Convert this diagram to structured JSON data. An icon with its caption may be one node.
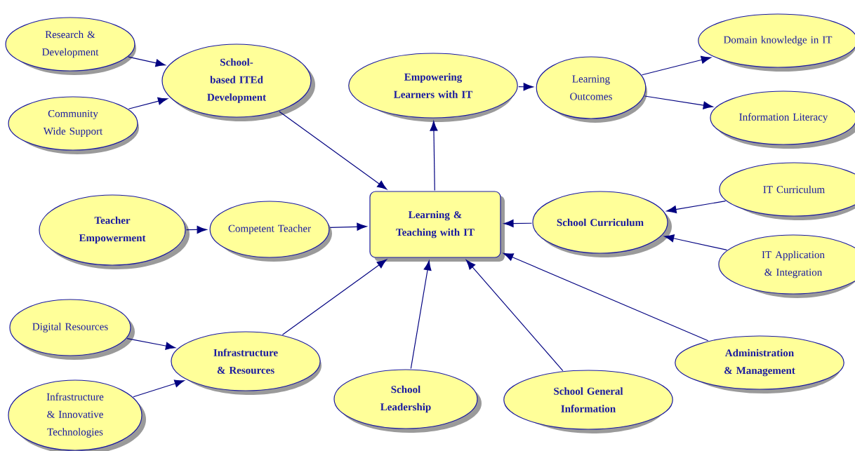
{
  "diagram": {
    "nodes": [
      {
        "text": [
          "Research & Development"
        ]
      },
      {
        "text": [
          "Community Wide Support"
        ]
      },
      {
        "text": [
          "School-based ITEd Development"
        ]
      },
      {
        "text": [
          "Empowering Learners with IT"
        ]
      },
      {
        "text": [
          "Learning Outcomes"
        ]
      },
      {
        "text": [
          "Domain knowledge in IT"
        ]
      },
      {
        "text": [
          "Information Literacy"
        ]
      },
      {
        "text": [
          "Teacher Empowerment"
        ]
      },
      {
        "text": [
          "Competent Teacher"
        ]
      },
      {
        "text": [
          "Learning & Teaching with IT"
        ]
      },
      {
        "text": [
          "School Curriculum"
        ]
      },
      {
        "text": [
          "IT Curriculum"
        ]
      },
      {
        "text": [
          "IT Application & Integration"
        ]
      },
      {
        "text": [
          "Digital Resources"
        ]
      },
      {
        "text": [
          "Infrastructure & Resources"
        ]
      },
      {
        "text": [
          "Infrastructure & Innovative Technologies"
        ]
      },
      {
        "text": [
          "School Leadership"
        ]
      },
      {
        "text": [
          "School General Information"
        ]
      },
      {
        "text": [
          "Administration & Management"
        ]
      }
    ],
    "edges": [
      {
        "from": 0,
        "to": 2,
        "arrow": "to"
      },
      {
        "from": 1,
        "to": 2,
        "arrow": "to"
      },
      {
        "from": 2,
        "to": 9,
        "arrow": "to"
      },
      {
        "from": 9,
        "to": 3,
        "arrow": "to"
      },
      {
        "from": 3,
        "to": 4,
        "arrow": "to"
      },
      {
        "from": 4,
        "to": 5,
        "arrow": "to"
      },
      {
        "from": 4,
        "to": 6,
        "arrow": "to"
      },
      {
        "from": 7,
        "to": 8,
        "arrow": "to"
      },
      {
        "from": 8,
        "to": 9,
        "arrow": "to"
      },
      {
        "from": 10,
        "to": 9,
        "arrow": "to"
      },
      {
        "from": 11,
        "to": 10,
        "arrow": "to"
      },
      {
        "from": 12,
        "to": 10,
        "arrow": "to"
      },
      {
        "from": 13,
        "to": 14,
        "arrow": "to"
      },
      {
        "from": 15,
        "to": 14,
        "arrow": "to"
      },
      {
        "from": 14,
        "to": 9,
        "arrow": "to"
      },
      {
        "from": 16,
        "to": 9,
        "arrow": "to"
      },
      {
        "from": 17,
        "to": 9,
        "arrow": "to"
      },
      {
        "from": 18,
        "to": 9,
        "arrow": "to"
      }
    ]
  }
}
